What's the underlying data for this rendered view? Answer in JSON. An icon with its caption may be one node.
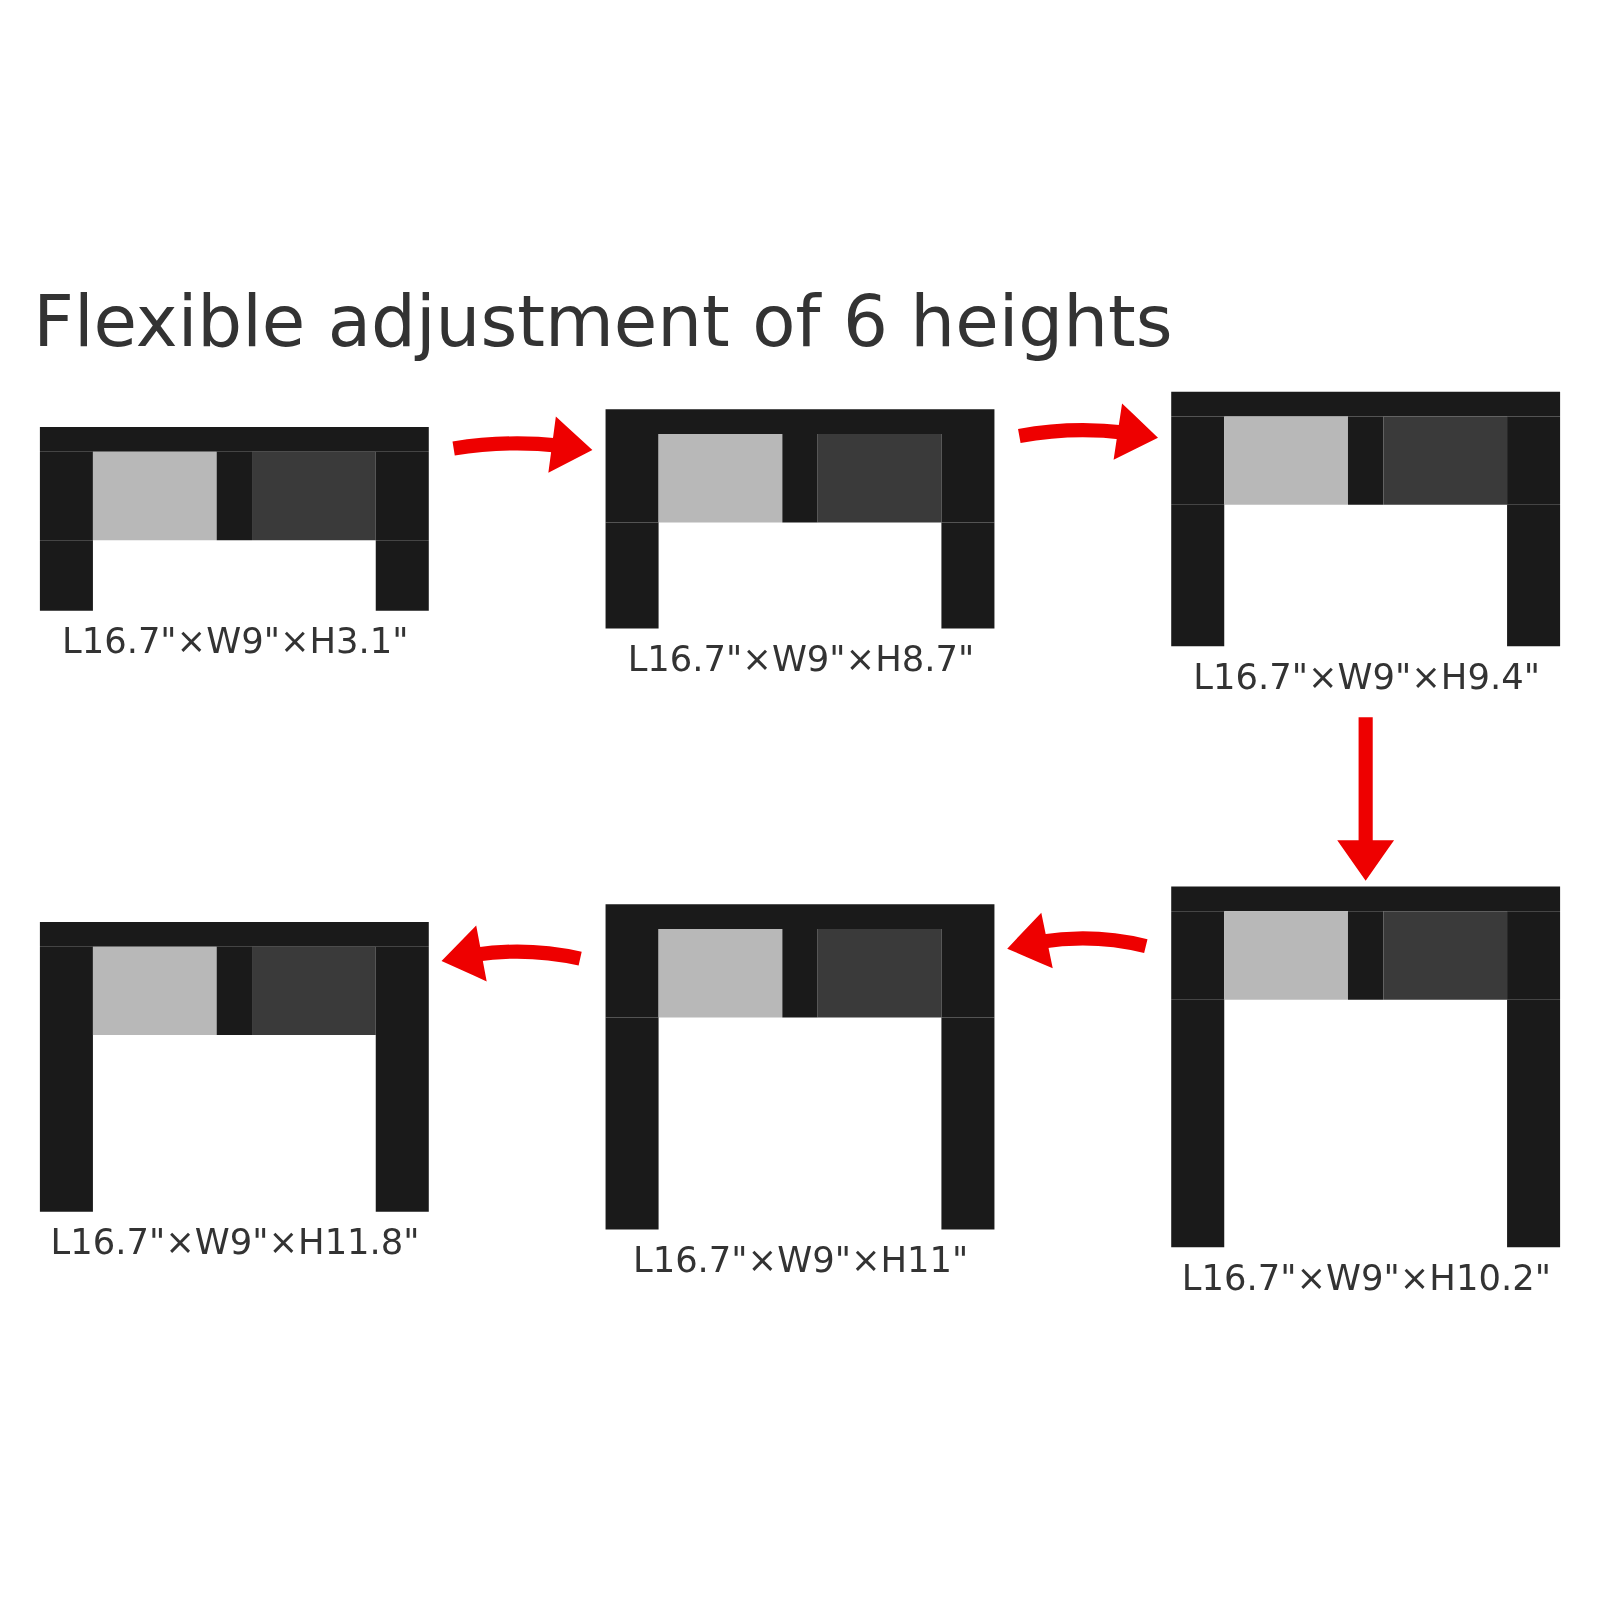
{
  "diagram": {
    "title": "Flexible adjustment of 6 heights",
    "nodes": [
      {
        "text": [],
        "shape": "picture",
        "beside": [
          "L16.7\"×W9\"×H3.1\""
        ]
      },
      {
        "text": [],
        "shape": "picture",
        "beside": [
          "L16.7\"×W9\"×H8.7\""
        ]
      },
      {
        "text": [],
        "shape": "picture",
        "beside": [
          "L16.7\"×W9\"×H9.4\""
        ]
      },
      {
        "text": [],
        "shape": "picture",
        "beside": [
          "L16.7\"×W9\"×H11.8\""
        ]
      },
      {
        "text": [],
        "shape": "picture",
        "beside": [
          "L16.7\"×W9\"×H11\""
        ]
      },
      {
        "text": [],
        "shape": "picture",
        "beside": [
          "L16.7\"×W9\"×H10.2\""
        ]
      }
    ],
    "edges": [
      {
        "from": 0,
        "to": 1,
        "arrow": "to"
      },
      {
        "from": 1,
        "to": 2,
        "arrow": "to"
      },
      {
        "from": 2,
        "to": 5,
        "arrow": "to"
      },
      {
        "from": 5,
        "to": 4,
        "arrow": "to"
      },
      {
        "from": 4,
        "to": 3,
        "arrow": "to"
      }
    ]
  }
}
